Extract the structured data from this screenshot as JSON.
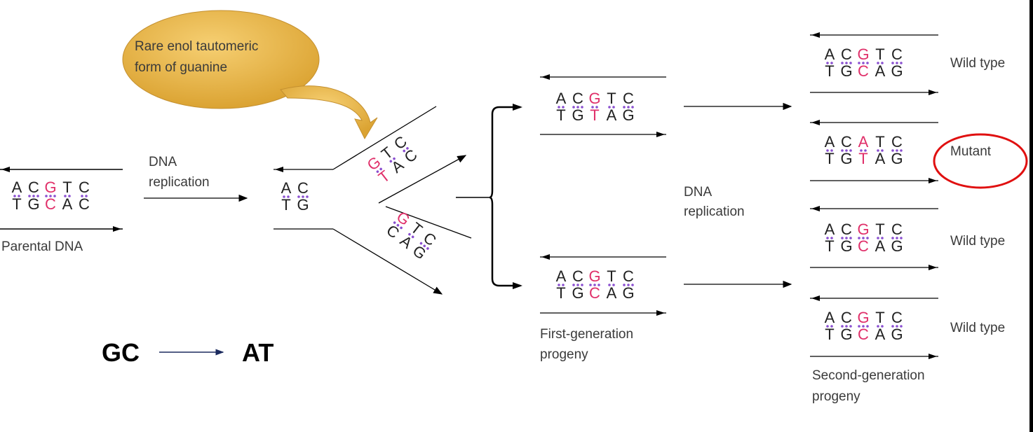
{
  "callout": {
    "line1": "Rare enol tautomeric",
    "line2": "form of guanine"
  },
  "labels": {
    "parental": "Parental DNA",
    "replication1_line1": "DNA",
    "replication1_line2": "replication",
    "replication2_line1": "DNA",
    "replication2_line2": "replication",
    "first_gen_line1": "First-generation",
    "first_gen_line2": "progeny",
    "second_gen_line1": "Second-generation",
    "second_gen_line2": "progeny",
    "result1": "Wild type",
    "result2": "Mutant",
    "result3": "Wild type",
    "result4": "Wild type"
  },
  "summary": {
    "from": "GC",
    "to": "AT"
  },
  "strands": {
    "parental": {
      "top": [
        "A",
        "C",
        "G",
        "T",
        "C"
      ],
      "bottom": [
        "T",
        "G",
        "C",
        "A",
        "C"
      ]
    },
    "fork": {
      "top": [
        "A",
        "C"
      ],
      "bottom": [
        "T",
        "G"
      ]
    },
    "upper_daughter": {
      "top": [
        "G",
        "T",
        "C"
      ],
      "bottom": [
        "T",
        "A",
        "C"
      ]
    },
    "lower_daughter": {
      "top": [
        "G",
        "T",
        "C"
      ],
      "bottom": [
        "C",
        "A",
        "G"
      ]
    },
    "first_gen_1": {
      "top": [
        "A",
        "C",
        "G",
        "T",
        "C"
      ],
      "bottom": [
        "T",
        "G",
        "T",
        "A",
        "G"
      ]
    },
    "first_gen_2": {
      "top": [
        "A",
        "C",
        "G",
        "T",
        "C"
      ],
      "bottom": [
        "T",
        "G",
        "C",
        "A",
        "G"
      ]
    },
    "second_gen_1": {
      "top": [
        "A",
        "C",
        "G",
        "T",
        "C"
      ],
      "bottom": [
        "T",
        "G",
        "C",
        "A",
        "G"
      ]
    },
    "second_gen_2": {
      "top": [
        "A",
        "C",
        "A",
        "T",
        "C"
      ],
      "bottom": [
        "T",
        "G",
        "T",
        "A",
        "G"
      ]
    },
    "second_gen_3": {
      "top": [
        "A",
        "C",
        "G",
        "T",
        "C"
      ],
      "bottom": [
        "T",
        "G",
        "C",
        "A",
        "G"
      ]
    },
    "second_gen_4": {
      "top": [
        "A",
        "C",
        "G",
        "T",
        "C"
      ],
      "bottom": [
        "T",
        "G",
        "C",
        "A",
        "G"
      ]
    }
  },
  "colors": {
    "highlight": "#e0306a",
    "dots": "#8a4fd0",
    "callout": "#e8b040",
    "circle": "#e01010",
    "summary_arrow": "#1b2a5e"
  }
}
